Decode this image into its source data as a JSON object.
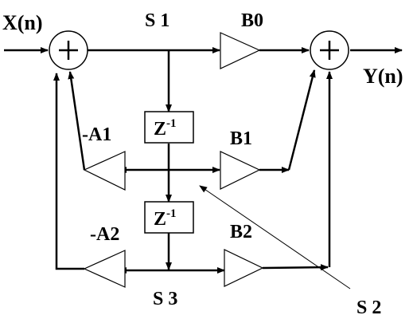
{
  "labels": {
    "input": "X(n)",
    "output": "Y(n)",
    "s1": "S 1",
    "s2": "S 2",
    "s3": "S 3",
    "b0": "B0",
    "b1": "B1",
    "b2": "B2",
    "a1": "-A1",
    "a2": "-A2"
  },
  "delay": {
    "base": "Z",
    "exp": "-1"
  },
  "adders": {
    "symbol": "+"
  }
}
